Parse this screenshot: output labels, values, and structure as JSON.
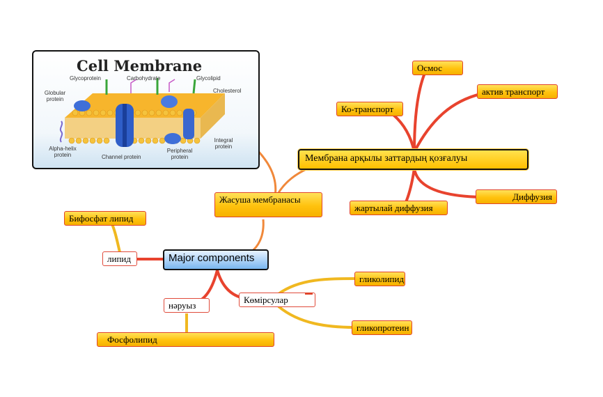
{
  "central_topic": "Major components",
  "main_topic": "Жасуша мембранасы",
  "transport_topic": "Мембрана арқылы заттардың қозғалуы",
  "transport_children": [
    "Осмос",
    "актив транспорт",
    "Ко-транспорт",
    "Диффузия",
    "жартылай диффузия"
  ],
  "component_children": {
    "lipid": "липид",
    "lipid_child": "Бифосфат липид",
    "protein": "нәруыз",
    "protein_child": "Фосфолипид",
    "carbohydrate": "Көмірсулар",
    "carbohydrate_children": [
      "гликолипид",
      "гликопротеин"
    ]
  },
  "image": {
    "title": "Cell Membrane",
    "labels": {
      "glycoprotein": "Glycoprotein",
      "carbohydrate": "Carbohydrate",
      "glycolipid": "Glycolipid",
      "globular_protein": "Globular protein",
      "cholesterol": "Cholesterol",
      "alpha_helix_protein": "Alpha-helix protein",
      "channel_protein": "Channel protein",
      "peripheral_protein": "Peripheral protein",
      "integral_protein": "Integral protein"
    }
  },
  "colors": {
    "red_branch": "#e8432e",
    "yellow_branch": "#f0b820",
    "orange_branch": "#f0883a",
    "node_fill": "#ffc20e"
  }
}
